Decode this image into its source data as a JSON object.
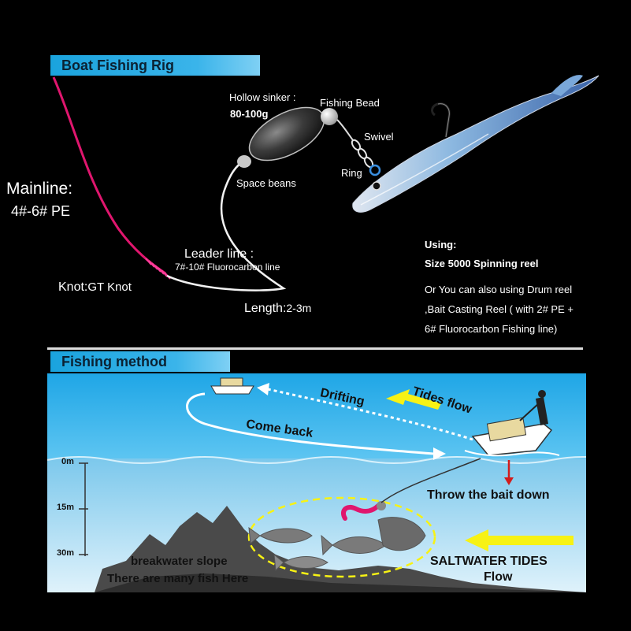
{
  "rig": {
    "title": "Boat Fishing Rig",
    "mainline_label": "Mainline:",
    "mainline_value": "4#-6# PE",
    "sinker_label": "Hollow sinker :",
    "sinker_weight": "80-100g",
    "bead_label": "Fishing Bead",
    "swivel_label": "Swivel",
    "ring_label": "Ring",
    "space_beans_label": "Space beans",
    "leader_label": "Leader line :",
    "leader_value": "7#-10# Fluorocarbon line",
    "knot_label": "Knot:",
    "knot_value": "GT Knot",
    "length_label": "Length:",
    "length_value": "2-3m",
    "mainline_color": "#e0166e"
  },
  "using": {
    "title": "Using:",
    "reel": "Size 5000 Spinning reel",
    "alt_line1": "Or You can also using Drum reel",
    "alt_line2": ",Bait Casting Reel ( with 2# PE +",
    "alt_line3": "6# Fluorocarbon Fishing line)"
  },
  "method": {
    "title": "Fishing method",
    "drifting": "Drifting",
    "tides_flow": "Tides flow",
    "come_back": "Come back",
    "throw_bait": "Throw the bait down",
    "saltwater_tides": "SALTWATER TIDES",
    "flow": "Flow",
    "slope_line1": "breakwater slope",
    "slope_line2": "There are many fish Here",
    "depth_0": "0m",
    "depth_15": "15m",
    "depth_30": "30m",
    "sky_color": "#2bb6ee",
    "water_color": "#9fd6ee",
    "arrow_color": "#f7f214"
  }
}
